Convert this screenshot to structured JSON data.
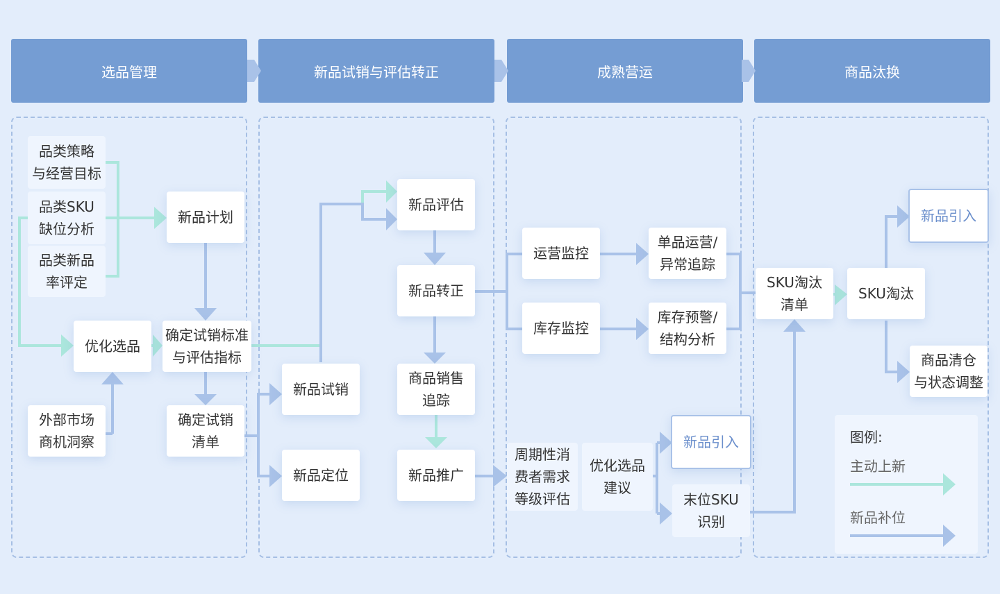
{
  "stages": [
    {
      "label": "选品管理"
    },
    {
      "label": "新品试销与评估转正"
    },
    {
      "label": "成熟营运"
    },
    {
      "label": "商品汰换"
    }
  ],
  "nodes": {
    "category_strategy": "品类策略\n与经营目标",
    "category_sku_gap": "品类SKU\n缺位分析",
    "category_new_rate": "品类新品\n率评定",
    "new_product_plan": "新品计划",
    "optimize_selection": "优化选品",
    "trial_criteria": "确定试销标准\n与评估指标",
    "market_insight": "外部市场\n商机洞察",
    "trial_list": "确定试销\n清单",
    "new_trial": "新品试销",
    "new_positioning": "新品定位",
    "new_evaluation": "新品评估",
    "new_confirm": "新品转正",
    "sales_tracking": "商品销售\n追踪",
    "new_promotion": "新品推广",
    "ops_monitor": "运营监控",
    "stock_monitor": "库存监控",
    "single_ops": "单品运营/\n异常追踪",
    "stock_warning": "库存预警/\n结构分析",
    "demand_eval": "周期性消\n费者需求\n等级评估",
    "optimize_suggest": "优化选品\n建议",
    "new_intro_1": "新品引入",
    "tail_sku": "末位SKU\n识别",
    "sku_elim_list": "SKU淘汰\n清单",
    "sku_elim": "SKU淘汰",
    "new_intro_2": "新品引入",
    "clearance": "商品清仓\n与状态调整"
  },
  "legend": {
    "title": "图例:",
    "items": [
      {
        "label": "主动上新",
        "color": "#abe6dc"
      },
      {
        "label": "新品补位",
        "color": "#a9c2e8"
      }
    ]
  },
  "colors": {
    "stage": "#759dd3",
    "teal": "#abe6dc",
    "blue": "#a9c2e8",
    "background": "#e3edfb"
  }
}
